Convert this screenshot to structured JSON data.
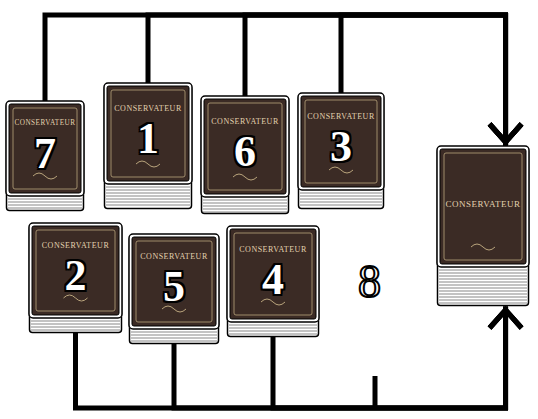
{
  "diagram": {
    "nodes": [
      {
        "text": [
          "CONSERVATEUR",
          "7"
        ]
      },
      {
        "text": [
          "CONSERVATEUR",
          "1"
        ]
      },
      {
        "text": [
          "CONSERVATEUR",
          "6"
        ]
      },
      {
        "text": [
          "CONSERVATEUR",
          "3"
        ]
      },
      {
        "text": [
          "CONSERVATEUR",
          "2"
        ]
      },
      {
        "text": [
          "CONSERVATEUR",
          "5"
        ]
      },
      {
        "text": [
          "CONSERVATEUR",
          "4"
        ]
      },
      {
        "text": [
          "CONSERVATEUR"
        ]
      }
    ],
    "edges": [
      {
        "from": 0,
        "to": 7,
        "arrow": "to"
      },
      {
        "from": 1,
        "to": 7,
        "arrow": "to"
      },
      {
        "from": 2,
        "to": 7,
        "arrow": "to"
      },
      {
        "from": 3,
        "to": 7,
        "arrow": "to"
      },
      {
        "from": 4,
        "to": 7,
        "arrow": "to"
      },
      {
        "from": 5,
        "to": 7,
        "arrow": "to"
      },
      {
        "from": 6,
        "to": 7,
        "arrow": "to"
      }
    ],
    "labels": [
      "8"
    ]
  }
}
